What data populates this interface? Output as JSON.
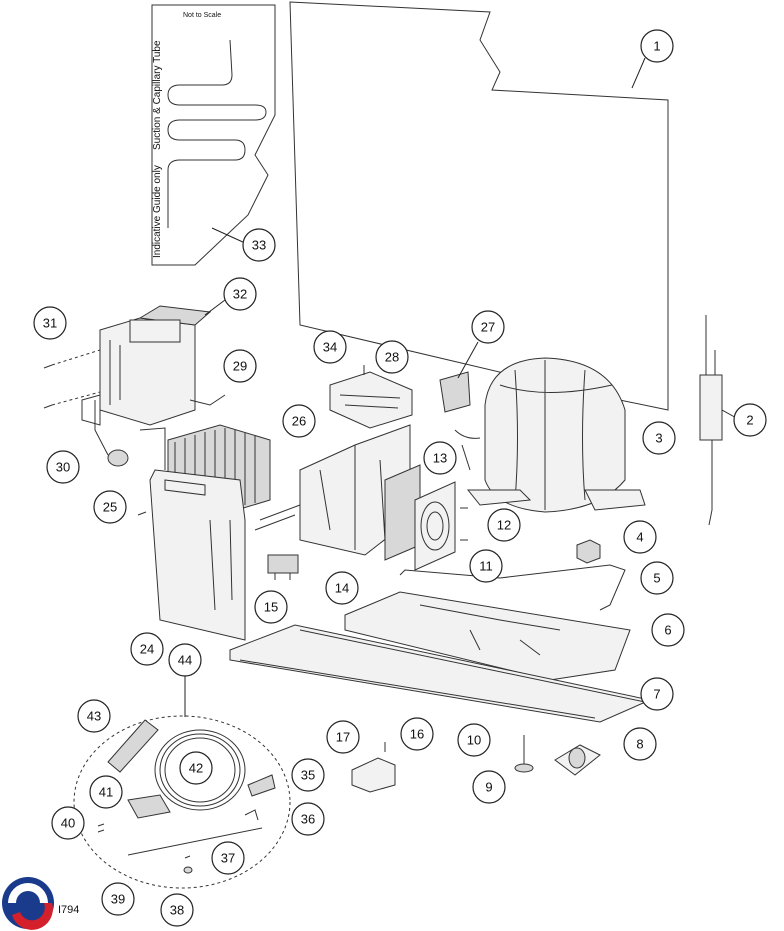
{
  "diagram": {
    "note_scale": "Not to Scale",
    "guide_label_1": "Suction & Capillary Tube",
    "guide_label_2": "Indicative Guide only",
    "reference_code": "I794",
    "callouts": [
      "1",
      "2",
      "3",
      "4",
      "5",
      "6",
      "7",
      "8",
      "9",
      "10",
      "11",
      "12",
      "13",
      "14",
      "15",
      "16",
      "17",
      "24",
      "25",
      "26",
      "27",
      "28",
      "29",
      "30",
      "31",
      "32",
      "33",
      "34",
      "35",
      "36",
      "37",
      "38",
      "39",
      "40",
      "41",
      "42",
      "43",
      "44"
    ]
  },
  "logo": {
    "name": "brand-logo",
    "colors": [
      "#1a3a8c",
      "#d3202b"
    ]
  }
}
